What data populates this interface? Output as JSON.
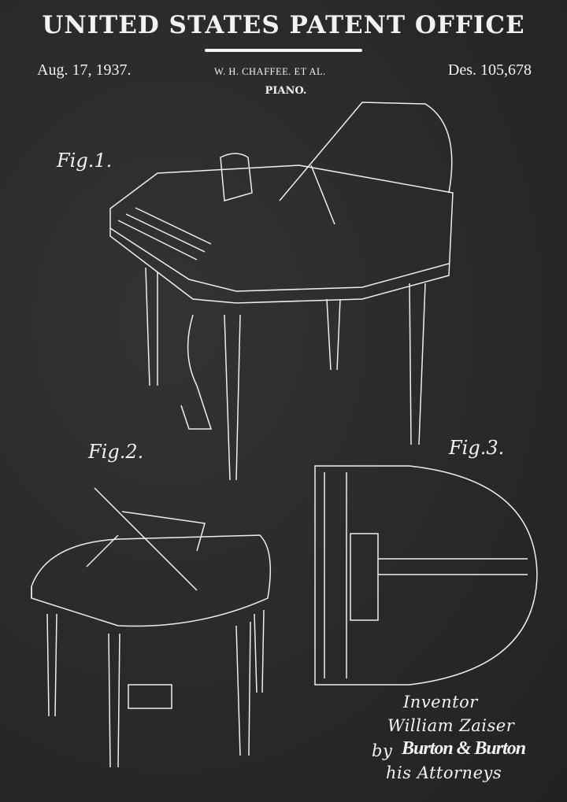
{
  "header": {
    "title": "UNITED STATES PATENT OFFICE",
    "date": "Aug. 17, 1937.",
    "inventor_line": "W. H. CHAFFEE. ET AL.",
    "patent_number": "Des. 105,678",
    "subject": "PIANO."
  },
  "figures": {
    "fig1": "Fig.1.",
    "fig2": "Fig.2.",
    "fig3": "Fig.3."
  },
  "signature_block": {
    "inventor_label": "Inventor",
    "inventor_name": "William Zaiser",
    "by": "by",
    "attorney_signature": "Burton & Burton",
    "attorneys_label": "his Attorneys"
  },
  "colors": {
    "background": "#2a2a2a",
    "ink": "#f2f2f2"
  }
}
